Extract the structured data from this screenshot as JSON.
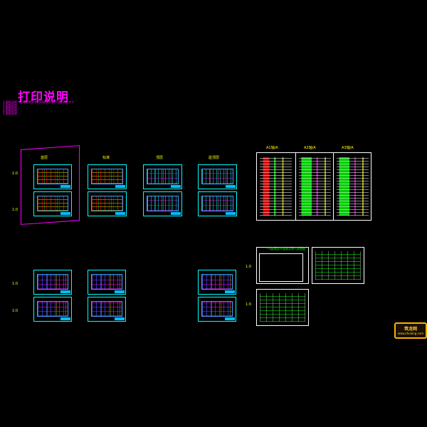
{
  "title": "打印说明",
  "notes": [
    "1.图纸说明",
    "2.图纸说明",
    "3.图纸说明",
    "4.图纸说明",
    "5.图纸说明"
  ],
  "notes_sub": "打印说明文字打印说明文字打印说明文字 4",
  "column_labels": [
    "首层",
    "标准",
    "顶层",
    "屋顶层"
  ],
  "riser_labels": [
    "A1轴/A",
    "A2轴/A",
    "A3轴/A"
  ],
  "row_labels": [
    "1:0",
    "1:0",
    "1:0",
    "1:0",
    "1:0",
    "1:0"
  ],
  "schematic_title": "一号配电室平面图及电气系统图",
  "stamp": {
    "line1": "筑龙网",
    "line2": "www.zhulong.com"
  },
  "colors": {
    "background": "#000000",
    "title": "#ff00ff",
    "frame": "#00ffff",
    "labels": "#ffff00",
    "stamp": "#ffb000"
  }
}
